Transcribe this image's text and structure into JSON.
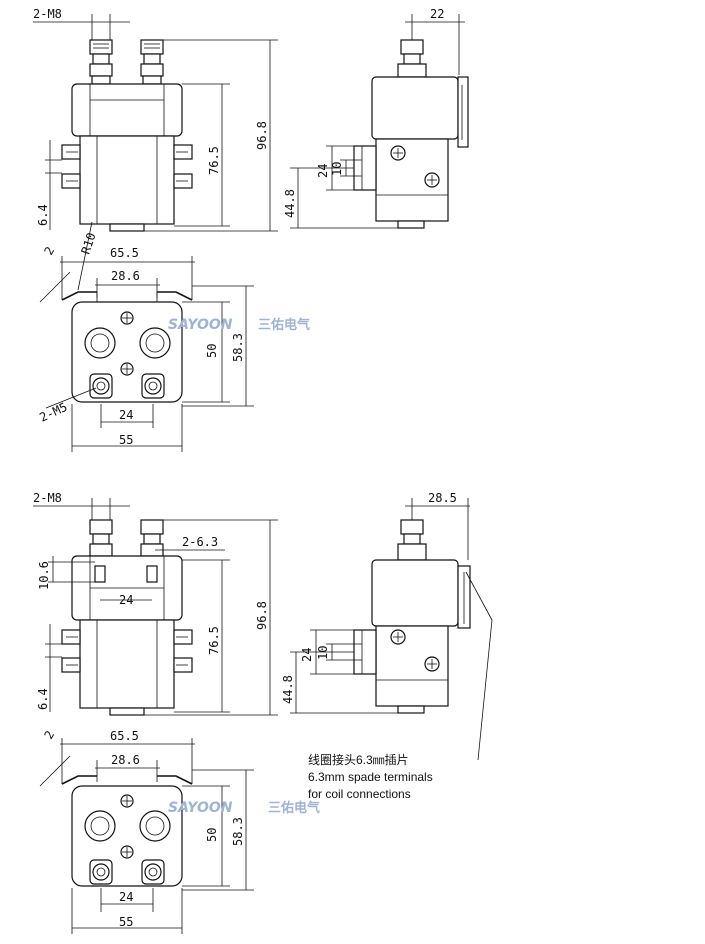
{
  "top": {
    "front": {
      "thread": "2-M8",
      "height_total": "96.8",
      "height_body": "76.5",
      "bracket": "6.4",
      "radius": "R10"
    },
    "side": {
      "width": "22",
      "h1": "24",
      "h2": "10",
      "h3": "44.8"
    },
    "plan": {
      "angle": "2",
      "width_outer": "65.5",
      "width_inner": "28.6",
      "height": "50",
      "height_outer": "58.3",
      "holes": "2-M5",
      "spacing": "24",
      "base": "55"
    },
    "watermark": {
      "brand": "SAYOON",
      "cn": "三佑电气"
    }
  },
  "bottom": {
    "front": {
      "thread": "2-M8",
      "spade": "2-6.3",
      "h_spade": "10.6",
      "spacing": "24",
      "height_total": "96.8",
      "height_body": "76.5",
      "bracket": "6.4"
    },
    "side": {
      "width": "28.5",
      "h1": "24",
      "h2": "10",
      "h3": "44.8"
    },
    "plan": {
      "angle": "2",
      "width_outer": "65.5",
      "width_inner": "28.6",
      "height": "50",
      "height_outer": "58.3",
      "spacing": "24",
      "base": "55"
    },
    "note_cn": "线圈接头6.3㎜插片",
    "note_en1": "6.3mm spade terminals",
    "note_en2": "for coil connections",
    "watermark": {
      "brand": "SAYOON",
      "cn": "三佑电气"
    }
  }
}
